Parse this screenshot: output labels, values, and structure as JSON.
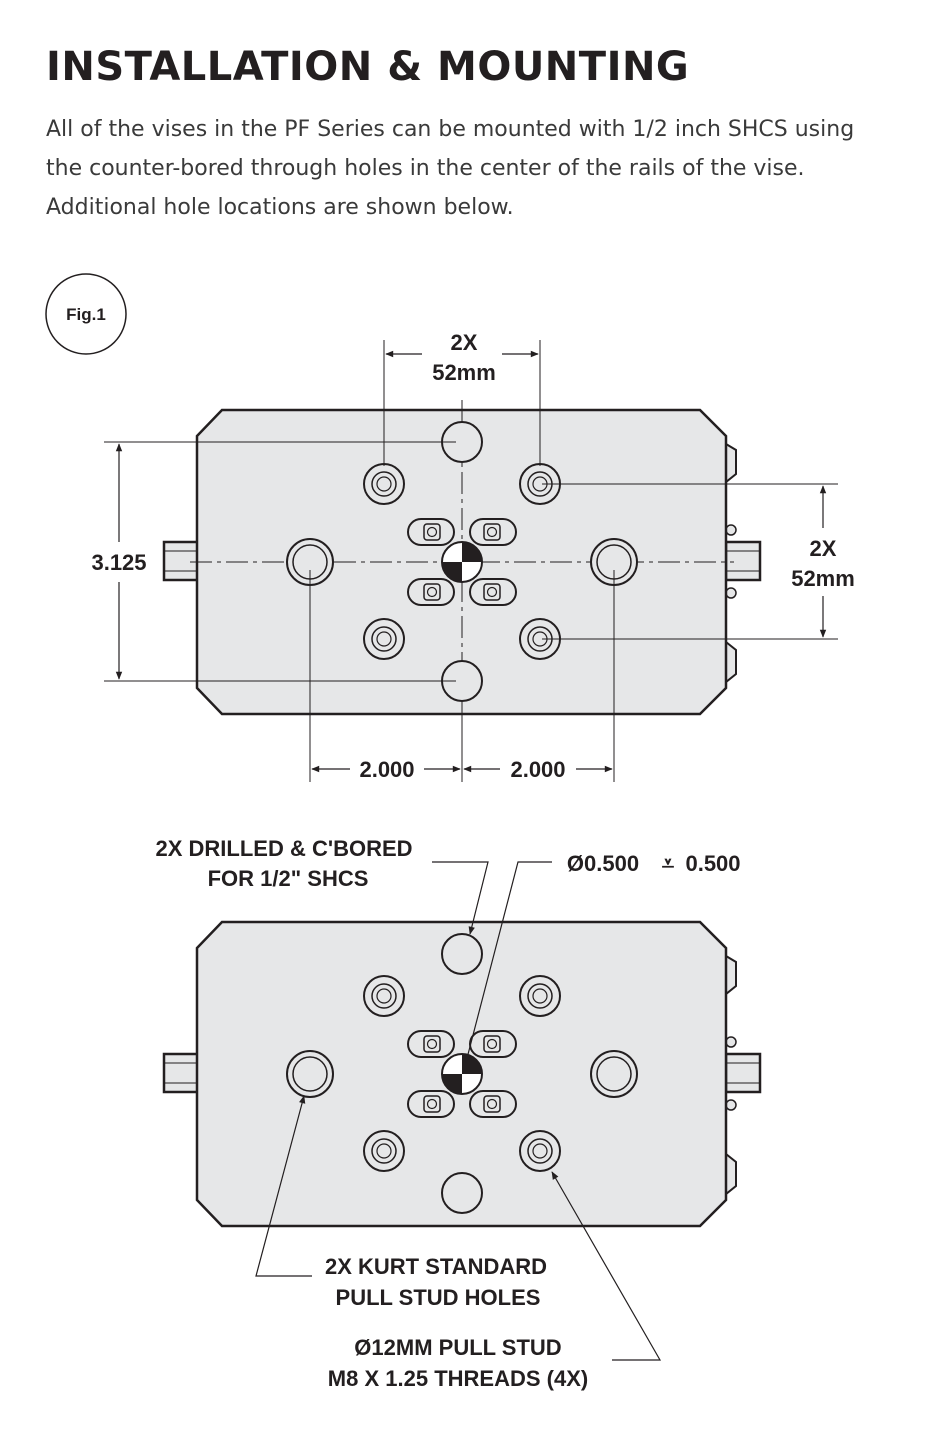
{
  "page": {
    "title": "INSTALLATION & MOUNTING",
    "intro_lines": [
      "All of the vises in the PF Series can be mounted with 1/2 inch SHCS using",
      "the counter-bored through holes in the center of the rails of the vise.",
      "Additional hole locations are shown below."
    ]
  },
  "figure": {
    "badge": "Fig.1",
    "top_dim_count": "2X",
    "top_dim_value": "52mm",
    "right_dim_count": "2X",
    "right_dim_value": "52mm",
    "height_dim": "3.125",
    "bottom_dim_left": "2.000",
    "bottom_dim_right": "2.000"
  },
  "callouts": {
    "drilled_line1": "2X DRILLED & C'BORED",
    "drilled_line2": "FOR 1/2\" SHCS",
    "diameter_value": "Ø0.500",
    "depth_symbol": "⩡",
    "depth_value": "0.500",
    "kurt_line1": "2X KURT STANDARD",
    "kurt_line2": "PULL STUD HOLES",
    "stud_line1": "Ø12MM PULL STUD",
    "stud_line2": "M8 X 1.25 THREADS (4X)"
  },
  "colors": {
    "plate_fill": "#e6e7e8",
    "ink": "#231f20"
  }
}
